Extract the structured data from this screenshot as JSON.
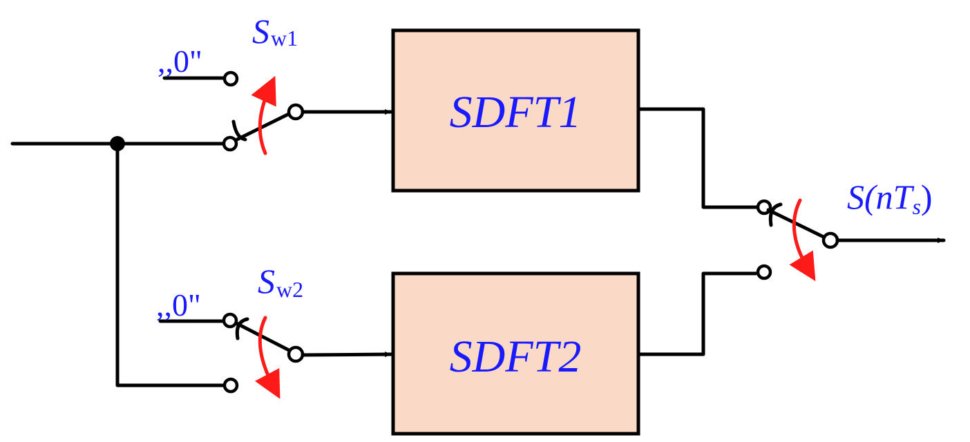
{
  "colors": {
    "text": "#1a1aff",
    "block_fill": "#fbd9c7",
    "arrow_red": "#ff1a1a",
    "line": "#000000"
  },
  "blocks": {
    "sdft1": "SDFT1",
    "sdft2": "SDFT2"
  },
  "switches": {
    "sw1": {
      "symbol": "S",
      "subscript": "w1",
      "zero_label": ",,0\""
    },
    "sw2": {
      "symbol": "S",
      "subscript": "w2",
      "zero_label": ",,0\""
    }
  },
  "output": {
    "label_prefix": "S(",
    "label_var": "nT",
    "label_sub": "s",
    "label_suffix": ")"
  }
}
